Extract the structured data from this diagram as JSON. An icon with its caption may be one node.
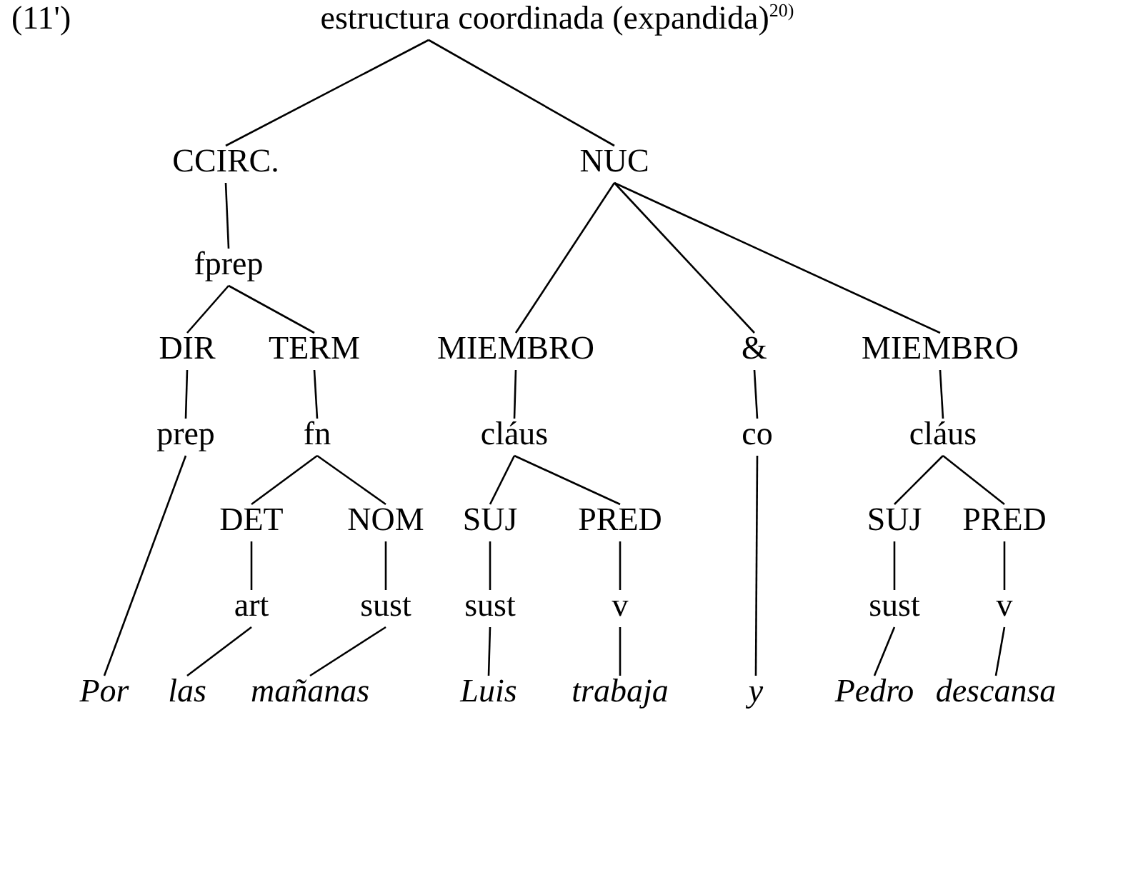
{
  "diagram": {
    "nodes": [
      {
        "text": [
          "estructura coordinada (expandida)$^{20)}$"
        ]
      },
      {
        "text": [
          "CCIRC."
        ]
      },
      {
        "text": [
          "NUC"
        ]
      },
      {
        "text": [
          "fprep"
        ]
      },
      {
        "text": [
          "DIR"
        ]
      },
      {
        "text": [
          "TERM"
        ]
      },
      {
        "text": [
          "MIEMBRO"
        ]
      },
      {
        "text": [
          "&"
        ]
      },
      {
        "text": [
          "MIEMBRO"
        ]
      },
      {
        "text": [
          "prep"
        ]
      },
      {
        "text": [
          "fn"
        ]
      },
      {
        "text": [
          "cláus"
        ]
      },
      {
        "text": [
          "co"
        ]
      },
      {
        "text": [
          "cláus"
        ]
      },
      {
        "text": [
          "DET"
        ]
      },
      {
        "text": [
          "NOM"
        ]
      },
      {
        "text": [
          "SUJ"
        ]
      },
      {
        "text": [
          "PRED"
        ]
      },
      {
        "text": [
          "SUJ"
        ]
      },
      {
        "text": [
          "PRED"
        ]
      },
      {
        "text": [
          "art"
        ]
      },
      {
        "text": [
          "sust"
        ]
      },
      {
        "text": [
          "sust"
        ]
      },
      {
        "text": [
          "v"
        ]
      },
      {
        "text": [
          "sust"
        ]
      },
      {
        "text": [
          "v"
        ]
      },
      {
        "text": [
          "Por"
        ]
      },
      {
        "text": [
          "las"
        ]
      },
      {
        "text": [
          "mañanas"
        ]
      },
      {
        "text": [
          "Luis"
        ]
      },
      {
        "text": [
          "trabaja"
        ]
      },
      {
        "text": [
          "y"
        ]
      },
      {
        "text": [
          "Pedro"
        ]
      },
      {
        "text": [
          "descansa"
        ]
      }
    ],
    "edges": [
      {
        "from": 0,
        "to": 1,
        "arrow": "none"
      },
      {
        "from": 0,
        "to": 2,
        "arrow": "none"
      },
      {
        "from": 1,
        "to": 3,
        "arrow": "none"
      },
      {
        "from": 3,
        "to": 4,
        "arrow": "none"
      },
      {
        "from": 3,
        "to": 5,
        "arrow": "none"
      },
      {
        "from": 2,
        "to": 6,
        "arrow": "none"
      },
      {
        "from": 2,
        "to": 7,
        "arrow": "none"
      },
      {
        "from": 2,
        "to": 8,
        "arrow": "none"
      },
      {
        "from": 4,
        "to": 9,
        "arrow": "none"
      },
      {
        "from": 5,
        "to": 10,
        "arrow": "none"
      },
      {
        "from": 6,
        "to": 11,
        "arrow": "none"
      },
      {
        "from": 7,
        "to": 12,
        "arrow": "none"
      },
      {
        "from": 8,
        "to": 13,
        "arrow": "none"
      },
      {
        "from": 9,
        "to": 26,
        "arrow": "none"
      },
      {
        "from": 10,
        "to": 14,
        "arrow": "none"
      },
      {
        "from": 10,
        "to": 15,
        "arrow": "none"
      },
      {
        "from": 11,
        "to": 16,
        "arrow": "none"
      },
      {
        "from": 11,
        "to": 17,
        "arrow": "none"
      },
      {
        "from": 12,
        "to": 31,
        "arrow": "none"
      },
      {
        "from": 13,
        "to": 18,
        "arrow": "none"
      },
      {
        "from": 13,
        "to": 19,
        "arrow": "none"
      },
      {
        "from": 14,
        "to": 20,
        "arrow": "none"
      },
      {
        "from": 15,
        "to": 21,
        "arrow": "none"
      },
      {
        "from": 16,
        "to": 22,
        "arrow": "none"
      },
      {
        "from": 17,
        "to": 23,
        "arrow": "none"
      },
      {
        "from": 18,
        "to": 24,
        "arrow": "none"
      },
      {
        "from": 19,
        "to": 25,
        "arrow": "none"
      },
      {
        "from": 20,
        "to": 27,
        "arrow": "none"
      },
      {
        "from": 21,
        "to": 28,
        "arrow": "none"
      },
      {
        "from": 22,
        "to": 29,
        "arrow": "none"
      },
      {
        "from": 23,
        "to": 30,
        "arrow": "none"
      },
      {
        "from": 24,
        "to": 32,
        "arrow": "none"
      },
      {
        "from": 25,
        "to": 33,
        "arrow": "none"
      }
    ],
    "labels": [
      "(11')"
    ]
  }
}
